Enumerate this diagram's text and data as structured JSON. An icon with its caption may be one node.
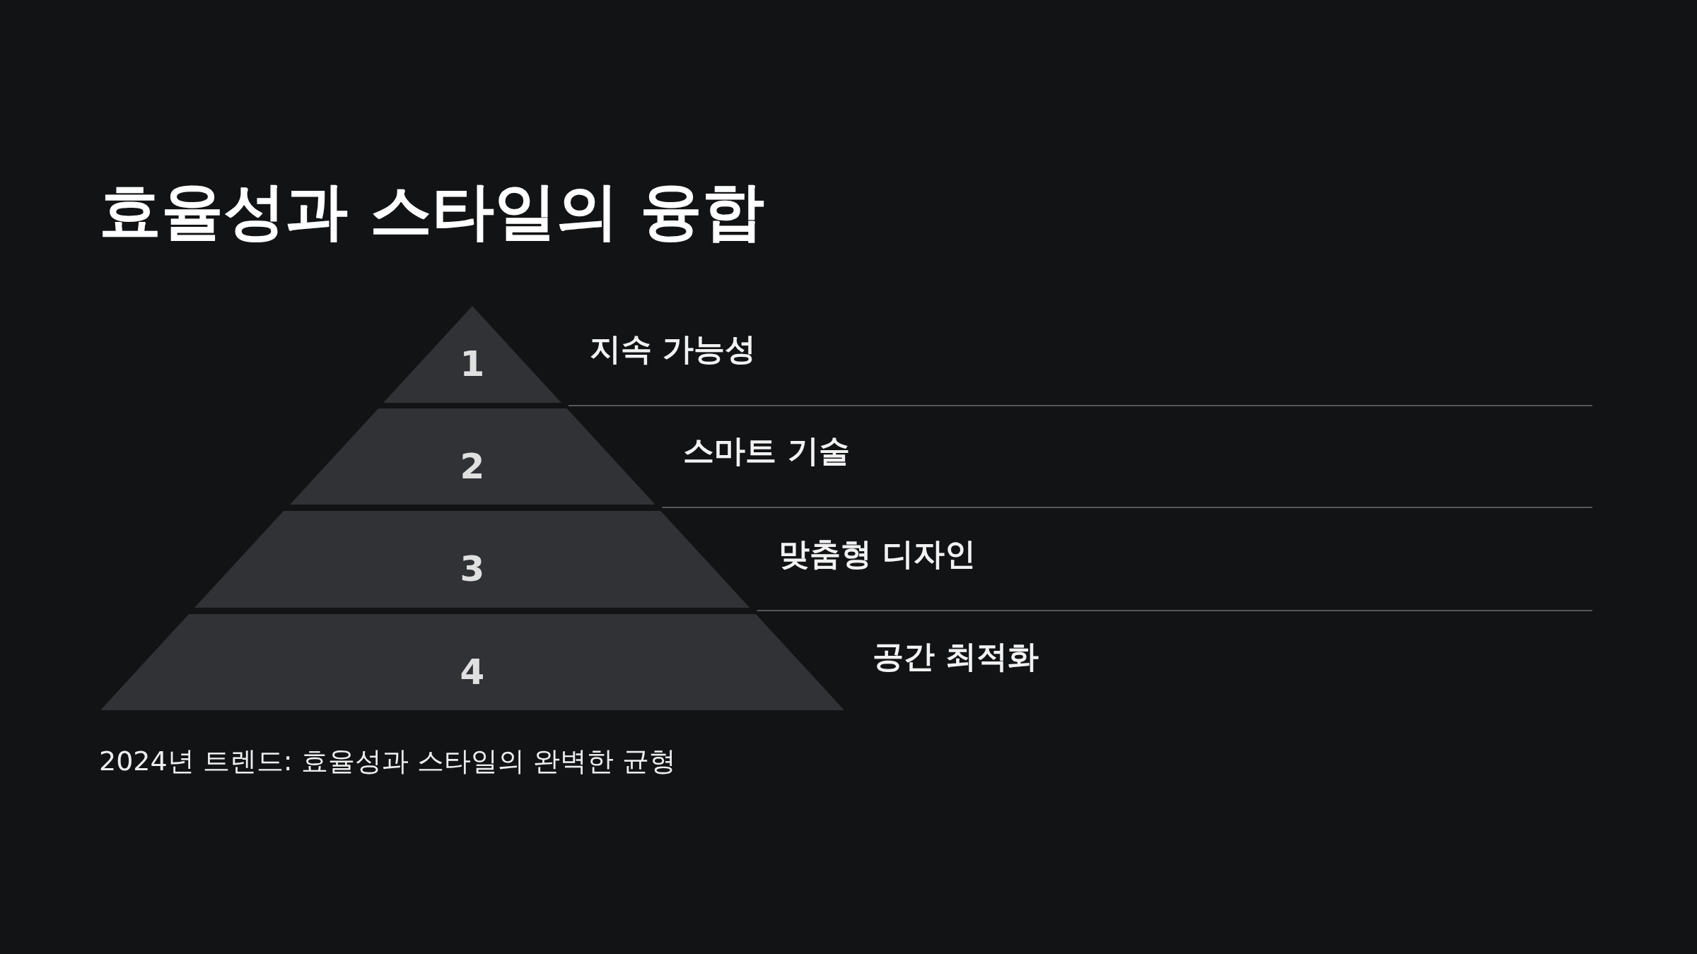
{
  "diagram": {
    "title": "효율성과 스타일의 융합",
    "nodes": [
      {
        "text": [
          "1"
        ],
        "beside": [
          "지속 가능성"
        ]
      },
      {
        "text": [
          "2"
        ],
        "beside": [
          "스마트 기술"
        ]
      },
      {
        "text": [
          "3"
        ],
        "beside": [
          "맞춤형 디자인"
        ]
      },
      {
        "text": [
          "4"
        ],
        "beside": [
          "공간 최적화"
        ]
      }
    ],
    "edges": [],
    "caption": "2024년 트렌드: 효율성과 스타일의 완벽한 균형"
  }
}
